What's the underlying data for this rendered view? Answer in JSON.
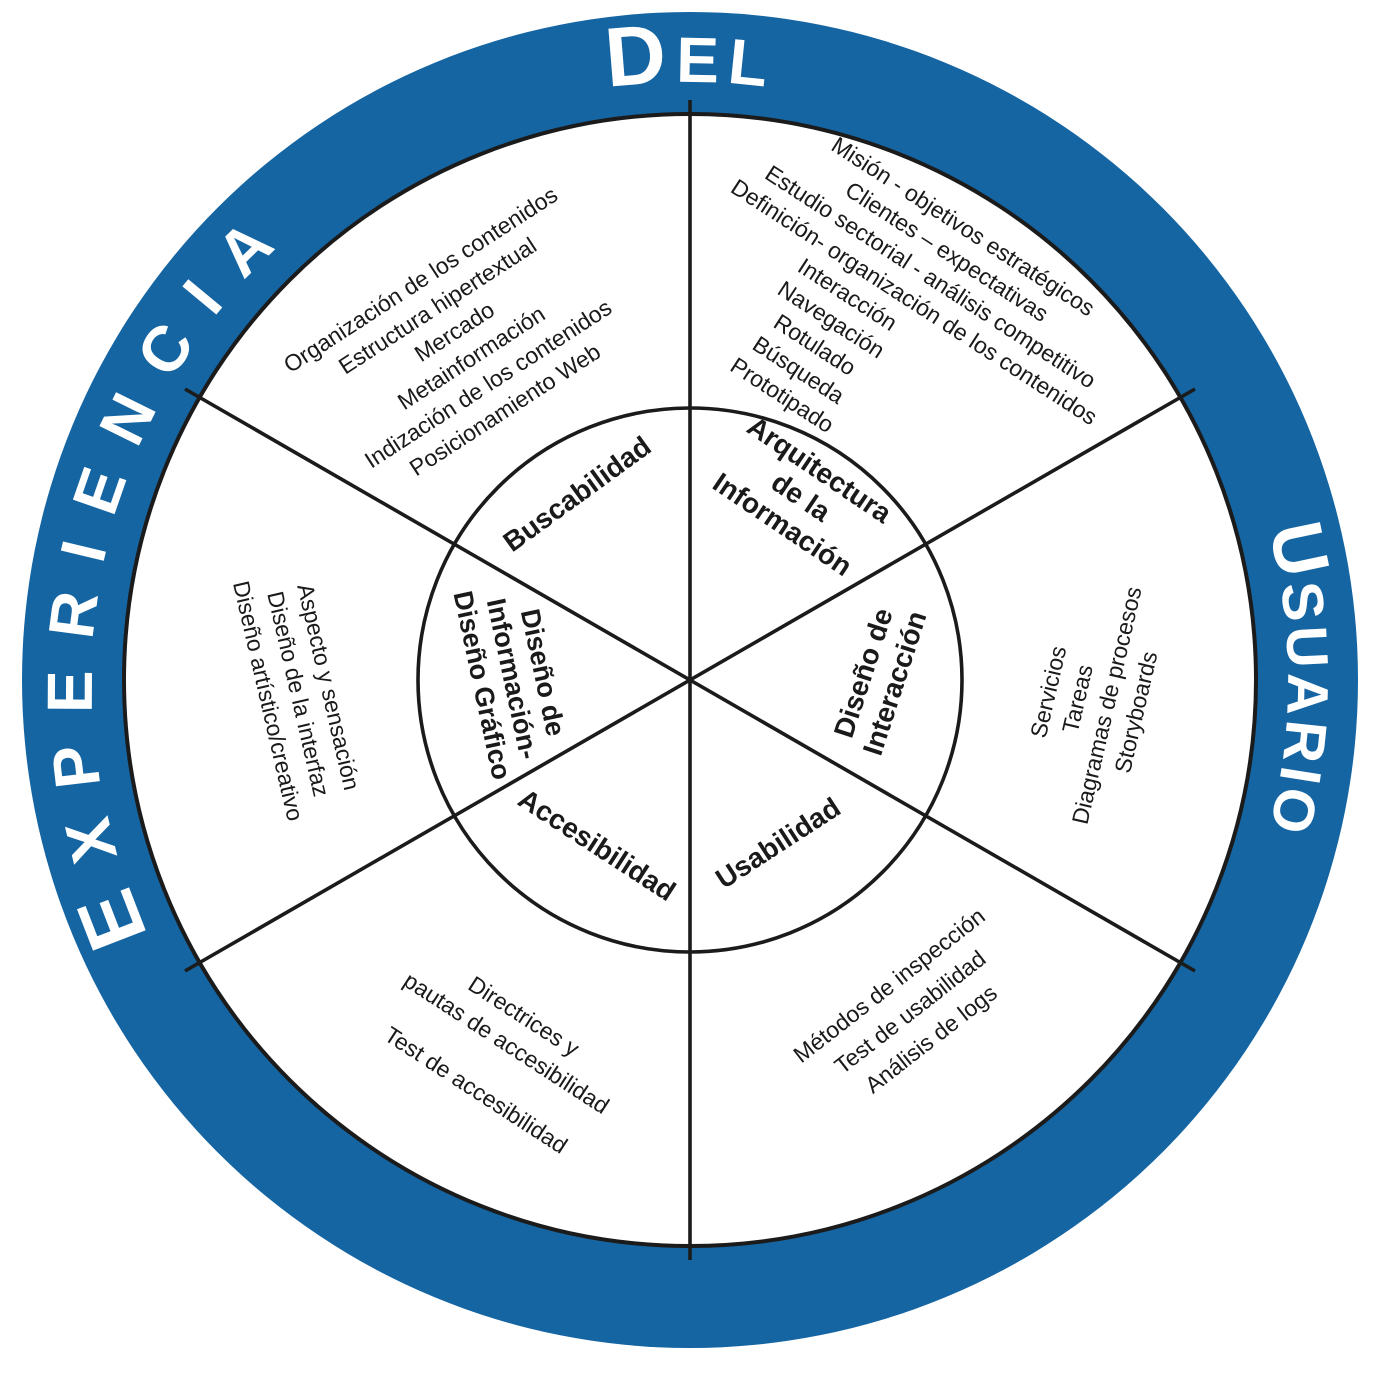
{
  "title": "Experiencia del Usuario",
  "colors": {
    "ring_blue": "#1565A3",
    "line_black": "#1b1b1b",
    "text_black": "#1a1a1a",
    "ring_text_white": "#ffffff",
    "background": "#ffffff"
  },
  "ring": {
    "experiencia": {
      "initial": "E",
      "rest": "XPERIENCIA"
    },
    "del": {
      "initial": "D",
      "rest": "EL"
    },
    "usuario": {
      "initial": "U",
      "rest": "SUARIO"
    }
  },
  "sectors": [
    {
      "id": "arquitectura-de-la-informacion",
      "label_lines": [
        "Arquitectura",
        "de la",
        "Información"
      ],
      "items": [
        "Misión - objetivos estratégicos",
        "Clientes – expectativas",
        "Estudio sectorial - análisis competitivo",
        "Definición- organización de los contenidos",
        "Interacción",
        "Navegación",
        "Rotulado",
        "Búsqueda",
        "Prototipado"
      ]
    },
    {
      "id": "diseno-de-interaccion",
      "label_lines": [
        "Diseño de",
        "Interacción"
      ],
      "items": [
        "Servicios",
        "Tareas",
        "Diagramas de procesos",
        "Storyboards"
      ]
    },
    {
      "id": "usabilidad",
      "label_lines": [
        "Usabilidad"
      ],
      "items": [
        "Métodos de inspección",
        "Test de usabilidad",
        "Análisis de logs"
      ]
    },
    {
      "id": "accesibilidad",
      "label_lines": [
        "Accesibilidad"
      ],
      "items": [
        "Directrices y",
        "pautas de accesibilidad",
        "Test de accesibilidad"
      ]
    },
    {
      "id": "diseno-de-informacion-diseno-grafico",
      "label_lines": [
        "Diseño de",
        "Información-",
        "Diseño Gráfico"
      ],
      "items": [
        "Aspecto y sensación",
        "Diseño de la interfaz",
        "Diseño artístico/creativo"
      ]
    },
    {
      "id": "buscabilidad",
      "label_lines": [
        "Buscabilidad"
      ],
      "items": [
        "Organización de los contenidos",
        "Estructura hipertextual",
        "Mercado",
        "Metainformación",
        "Indización de los contenidos",
        "Posicionamiento Web"
      ]
    }
  ]
}
